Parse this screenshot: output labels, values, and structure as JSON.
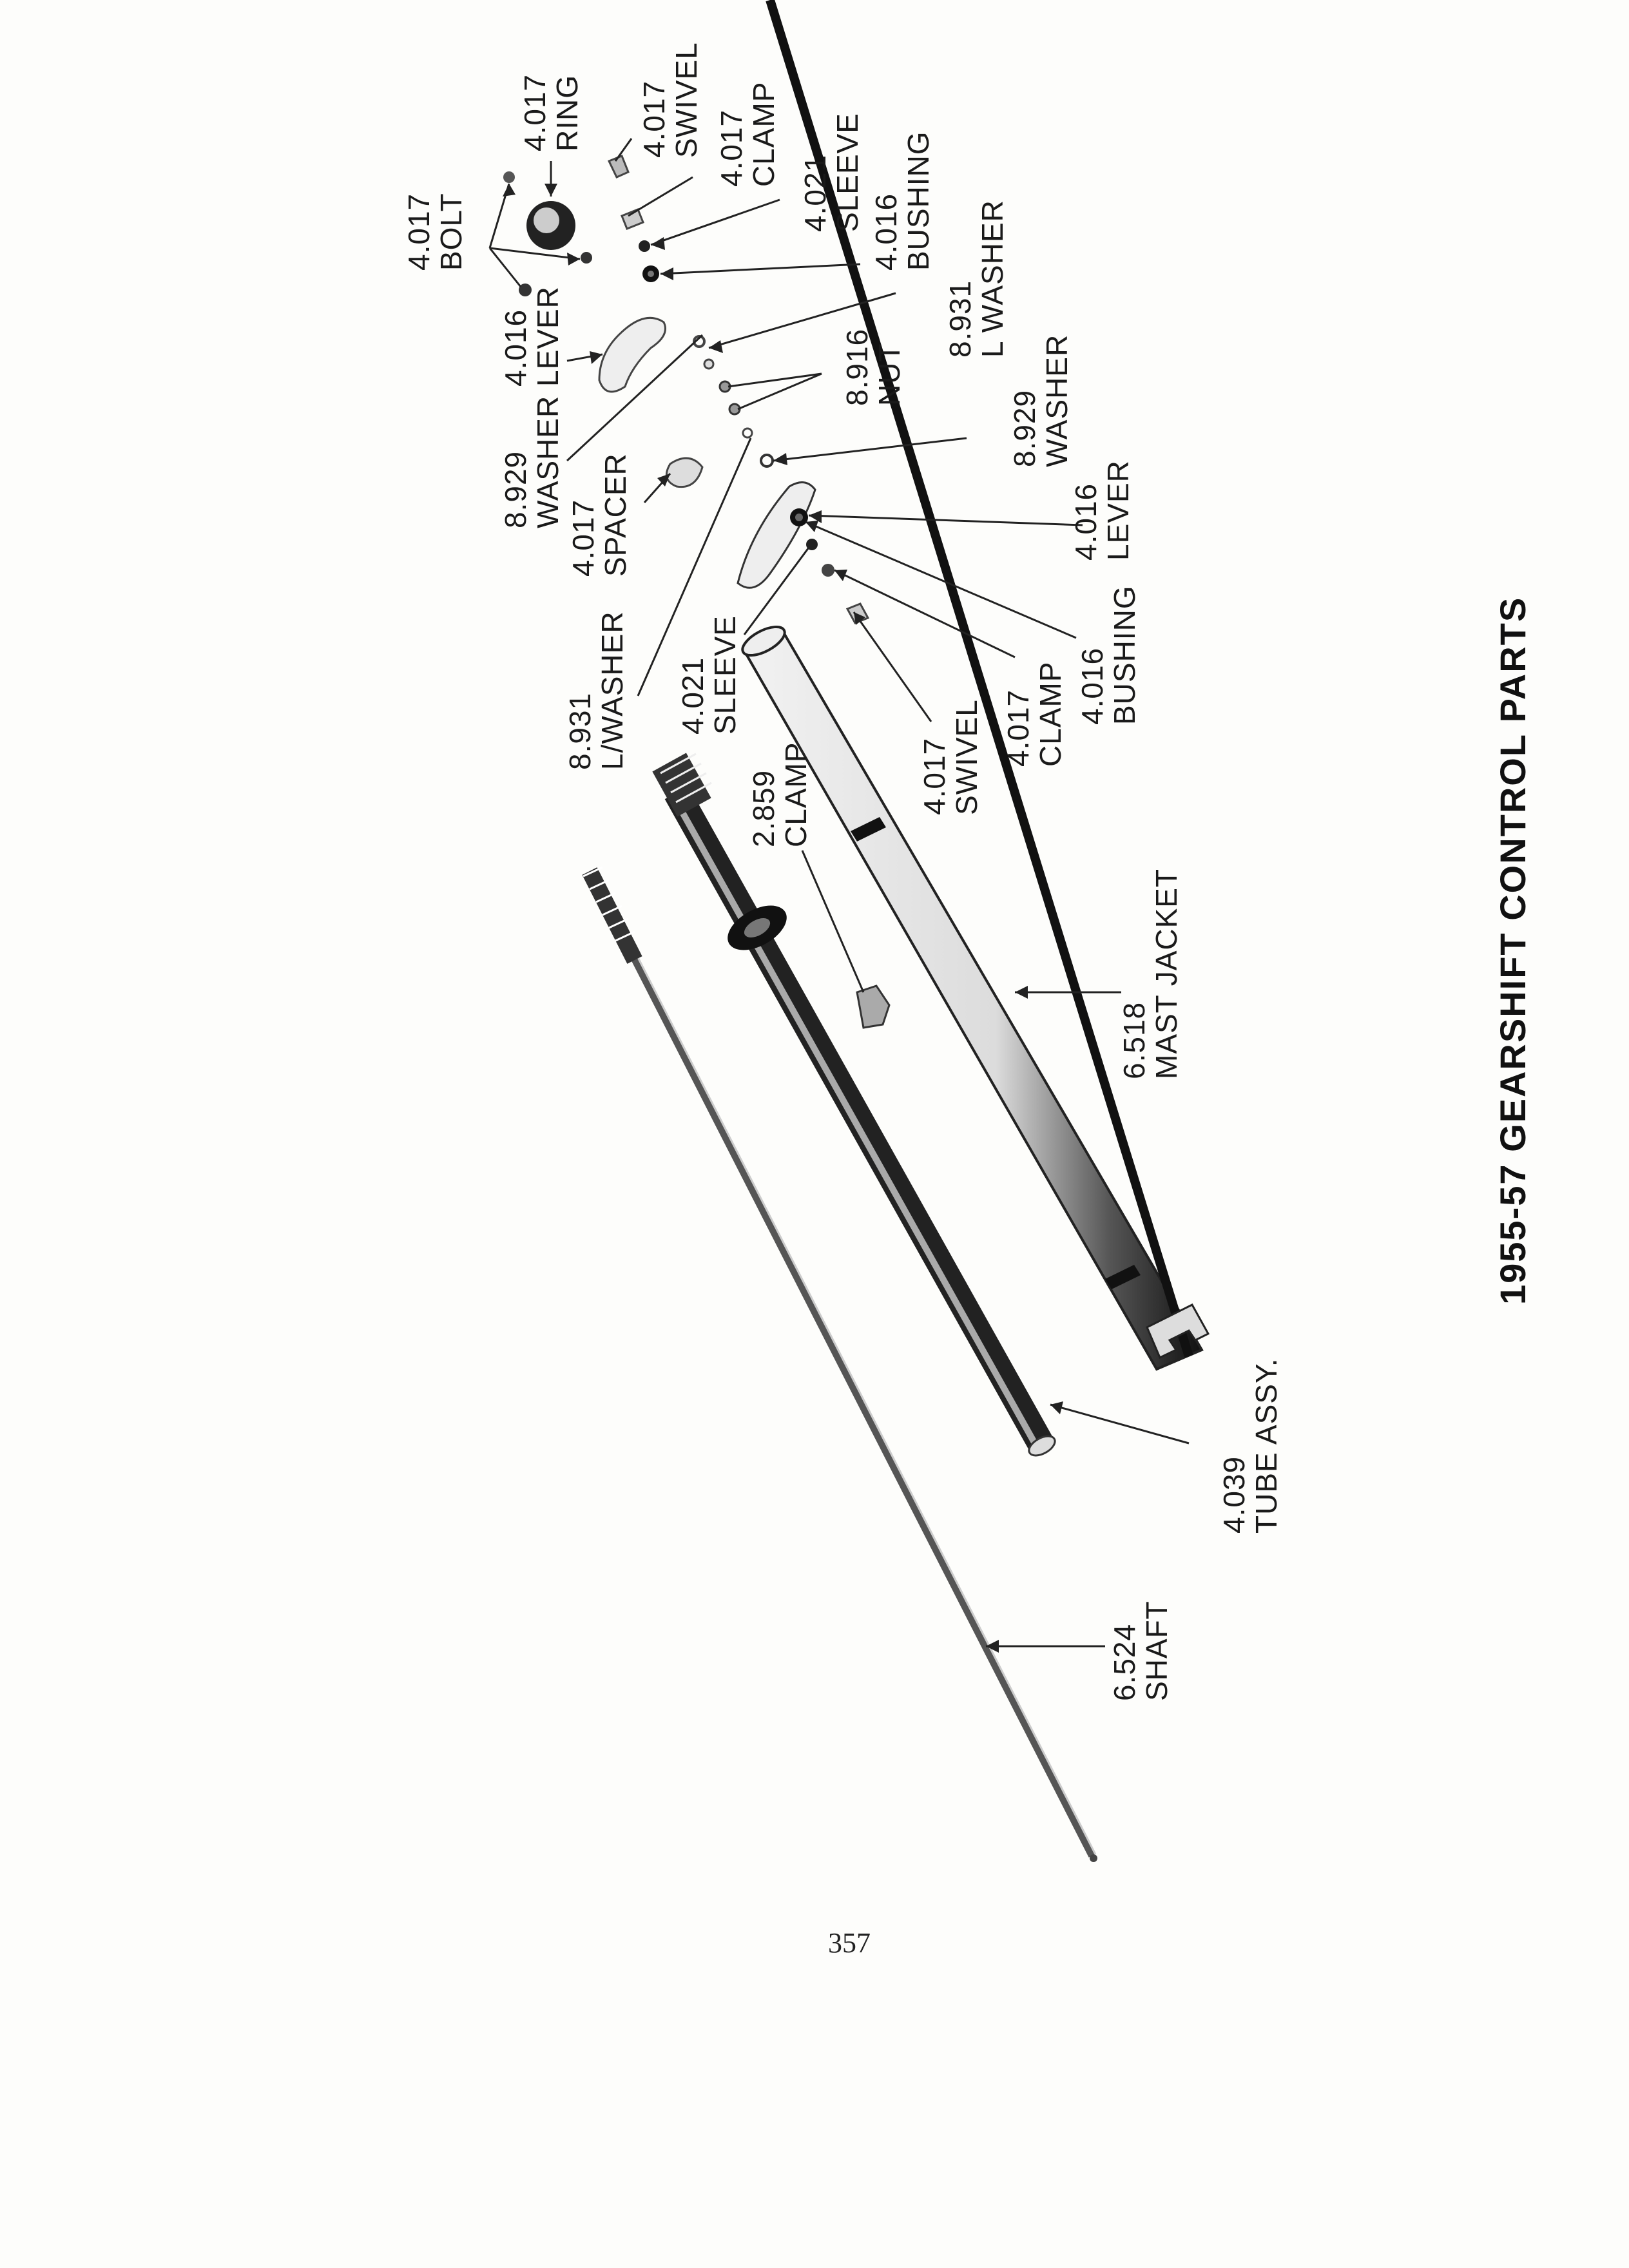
{
  "title": "1955-57 GEARSHIFT CONTROL PARTS",
  "page_number": "357",
  "labels": {
    "ring": {
      "num": "4.017",
      "name": "RING"
    },
    "swivel_top": {
      "num": "4.017",
      "name": "SWIVEL"
    },
    "clamp_top": {
      "num": "4.017",
      "name": "CLAMP"
    },
    "sleeve_top": {
      "num": "4.021",
      "name": "SLEEVE"
    },
    "bushing_top": {
      "num": "4.016",
      "name": "BUSHING"
    },
    "bolt": {
      "num": "4.017",
      "name": "BOLT"
    },
    "lever_top": {
      "num": "4.016",
      "name": "LEVER"
    },
    "lwasher_top": {
      "num": "8.931",
      "name": "L WASHER"
    },
    "nut": {
      "num": "8.916",
      "name": "NUT"
    },
    "washer_left": {
      "num": "8.929",
      "name": "WASHER"
    },
    "washer_right": {
      "num": "8.929",
      "name": "WASHER"
    },
    "spacer": {
      "num": "4.017",
      "name": "SPACER"
    },
    "lever_bottom": {
      "num": "4.016",
      "name": "LEVER"
    },
    "lwasher_bottom": {
      "num": "8.931",
      "name": "L/WASHER"
    },
    "sleeve_bottom": {
      "num": "4.021",
      "name": "SLEEVE"
    },
    "bushing_bottom": {
      "num": "4.016",
      "name": "BUSHING"
    },
    "clamp_mid": {
      "num": "4.017",
      "name": "CLAMP"
    },
    "swivel_bottom": {
      "num": "4.017",
      "name": "SWIVEL"
    },
    "clamp_2859": {
      "num": "2.859",
      "name": "CLAMP"
    },
    "mast_jacket": {
      "num": "6.518",
      "name": "MAST JACKET"
    },
    "tube_assy": {
      "num": "4.039",
      "name": "TUBE ASSY."
    },
    "shaft": {
      "num": "6.524",
      "name": "SHAFT"
    }
  }
}
